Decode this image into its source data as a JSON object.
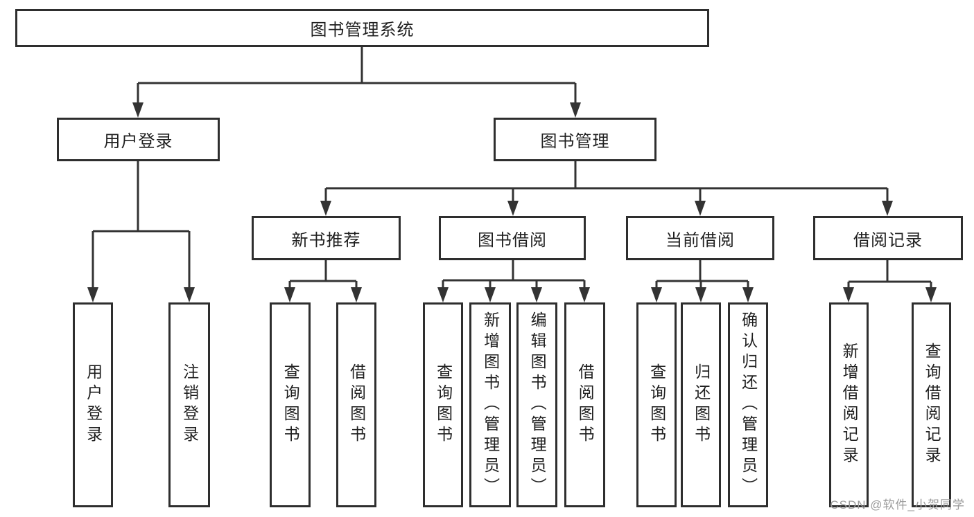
{
  "diagram": {
    "root": {
      "label": "图书管理系统"
    },
    "branches": [
      {
        "label": "用户登录",
        "children": [
          {
            "label": "用户登录"
          },
          {
            "label": "注销登录"
          }
        ]
      },
      {
        "label": "图书管理",
        "children": [
          {
            "label": "新书推荐",
            "children": [
              {
                "label": "查询图书"
              },
              {
                "label": "借阅图书"
              }
            ]
          },
          {
            "label": "图书借阅",
            "children": [
              {
                "label": "查询图书"
              },
              {
                "label": "新增图书（管理员）"
              },
              {
                "label": "编辑图书（管理员）"
              },
              {
                "label": "借阅图书"
              }
            ]
          },
          {
            "label": "当前借阅",
            "children": [
              {
                "label": "查询图书"
              },
              {
                "label": "归还图书"
              },
              {
                "label": "确认归还（管理员）"
              }
            ]
          },
          {
            "label": "借阅记录",
            "children": [
              {
                "label": "新增借阅记录"
              },
              {
                "label": "查询借阅记录"
              }
            ]
          }
        ]
      }
    ]
  },
  "watermark": {
    "text": "CSDN @软件_小贺同学",
    "color": "#9b9b9b"
  },
  "colors": {
    "line": "#333333",
    "box_border": "#2e2e2e",
    "text": "#1f1f1f",
    "background": "#ffffff"
  }
}
